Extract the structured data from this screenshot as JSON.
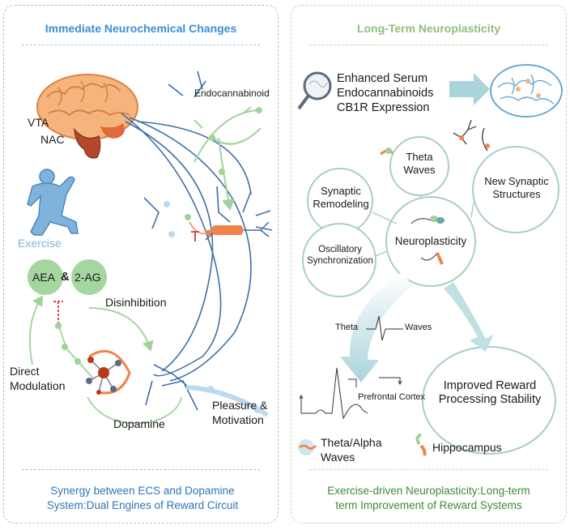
{
  "left": {
    "title": "Immediate Neurochemical Changes",
    "vta": "VTA",
    "nac": "NAC",
    "endocannabinoid": "Endocannabinoid",
    "exercise": "Exercise",
    "aea": "AEA",
    "amp": "&",
    "two_ag": "2-AG",
    "disinhibition": "Disinhibition",
    "direct_modulation_1": "Direct",
    "direct_modulation_2": "Modulation",
    "dopamine": "Dopamine",
    "pleasure_1": "Pleasure &",
    "pleasure_2": "Motivation",
    "footer_1": "Synergy between ECS and Dopamine",
    "footer_2": "System:Dual Engines of Reward Circuit"
  },
  "right": {
    "title": "Long-Term Neuroplasticity",
    "serum_1": "Enhanced Serum",
    "serum_2": "Endocannabinoids",
    "serum_3": "CB1R Expression",
    "theta_1": "Theta",
    "theta_2": "Waves",
    "synaptic_remodeling_1": "Synaptic",
    "synaptic_remodeling_2": "Remodeling",
    "new_synaptic_1": "New Synaptic",
    "new_synaptic_2": "Structures",
    "oscillatory_1": "Oscillatory",
    "oscillatory_2": "Synchronization",
    "neuroplasticity": "Neuroplasticity",
    "improved_1": "Improved Reward",
    "improved_2": "Processing Stability",
    "wave_theta": "Theta",
    "wave_waves": "Waves",
    "prefrontal": "Prefrontal Cortex",
    "theta_alpha_1": "Theta/Alpha",
    "theta_alpha_2": "Waves",
    "hippocampus": "Hippocampus",
    "footer_1": "Exercise-driven Neuroplasticity:Long-term",
    "footer_2": "term Improvement of Reward Systems"
  },
  "colors": {
    "left_title": "#3a8fd6",
    "right_title": "#8fbf7a",
    "left_footer": "#2e75b6",
    "right_footer": "#3d8b37",
    "exercise": "#7fb3dc",
    "green_node": "#a5d6a0",
    "neuron_blue": "#3f6fa8",
    "orange": "#f0834a"
  }
}
